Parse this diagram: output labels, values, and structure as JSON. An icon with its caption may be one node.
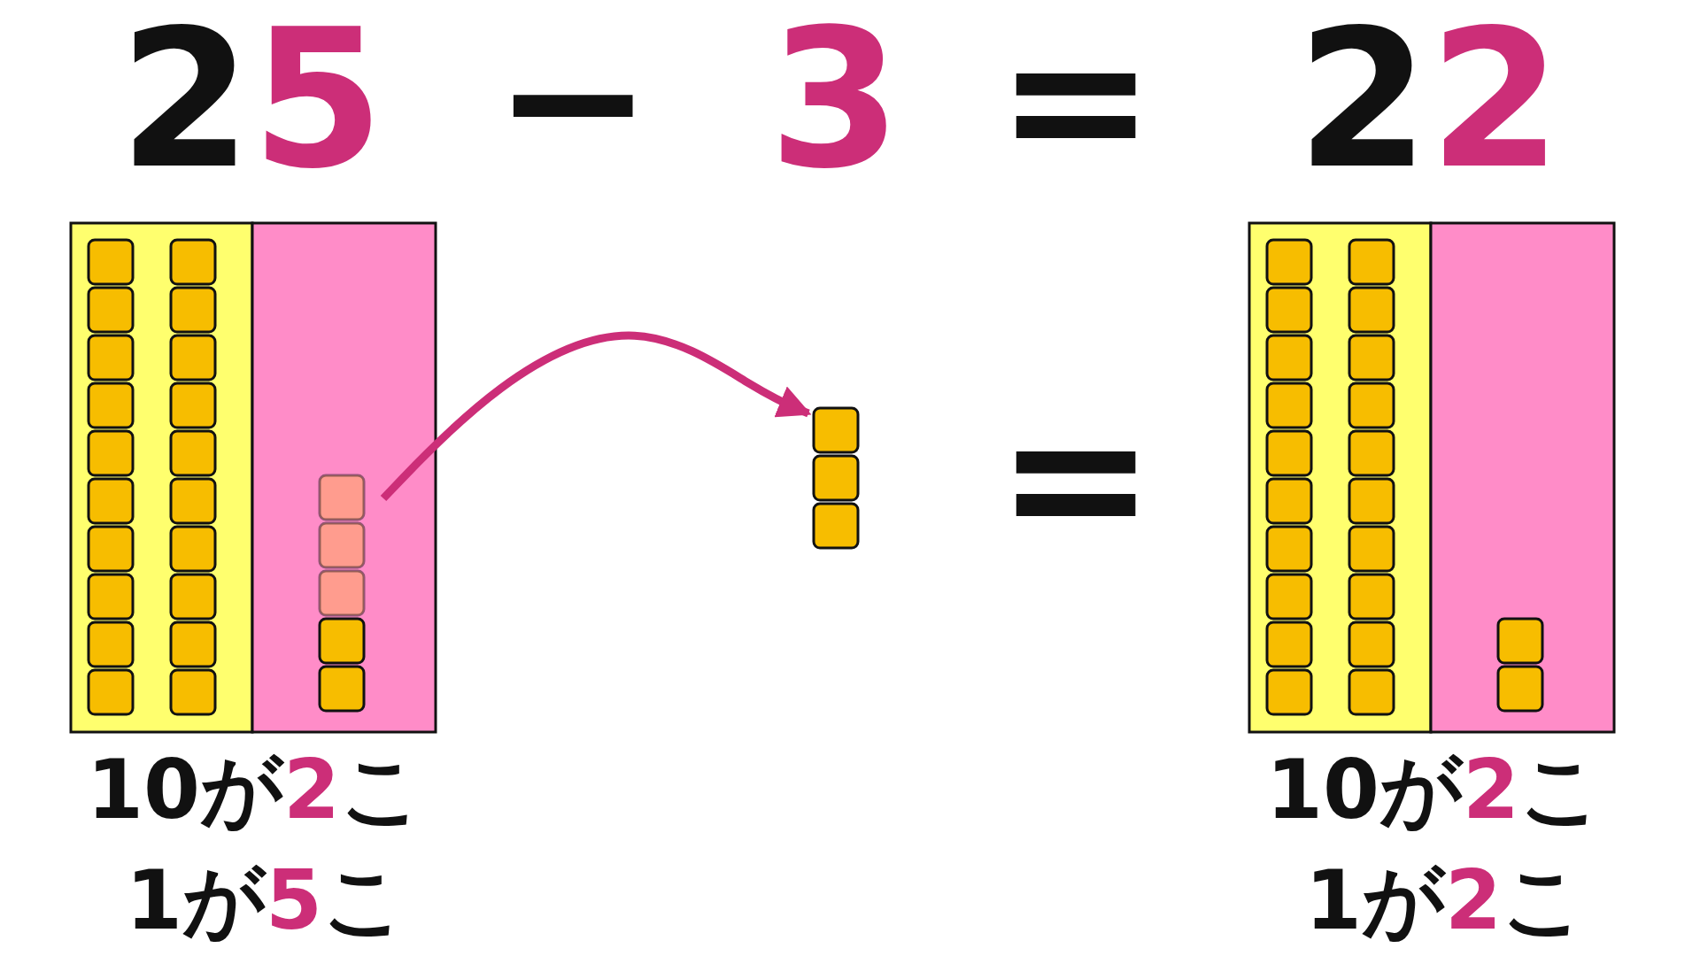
{
  "diagram": {
    "nodes": [
      {
        "text": [],
        "shape": "box"
      },
      {
        "text": [],
        "shape": "box"
      }
    ],
    "edges": [
      {
        "from": 0,
        "to": 1,
        "arrow": "to"
      }
    ],
    "labels": [
      "25",
      "−",
      "3",
      "=",
      "22",
      "=",
      "10が2こ",
      "1が5こ",
      "10が2こ",
      "1が2こ"
    ]
  }
}
